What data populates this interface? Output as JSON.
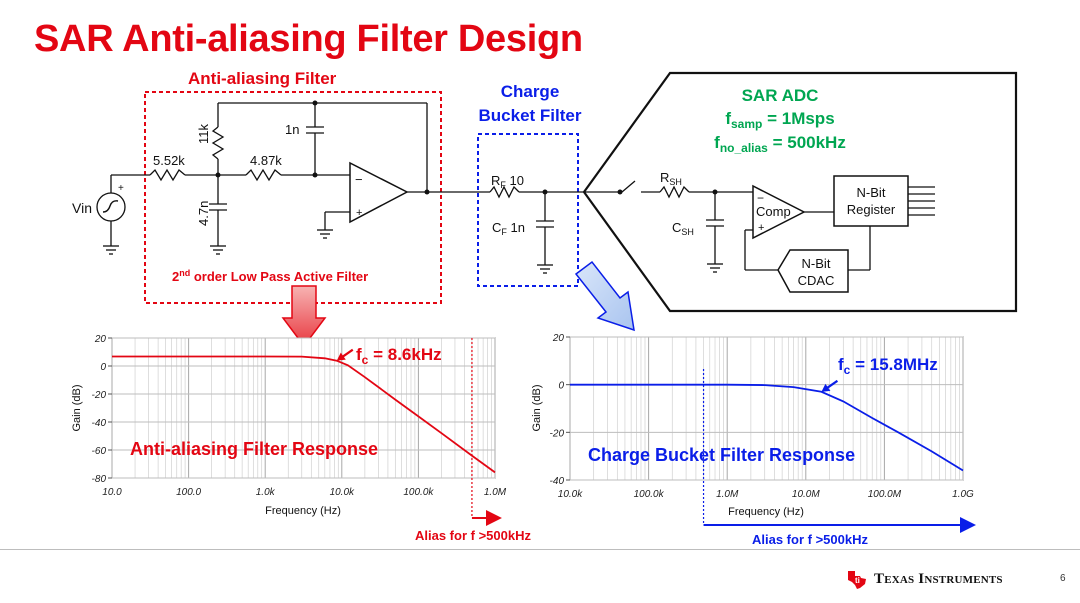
{
  "slide": {
    "title": "SAR Anti-aliasing Filter Design",
    "page_number": "6",
    "colors": {
      "accent_red": "#e30613",
      "accent_blue": "#0a1ee8",
      "adc_green": "#00a651"
    }
  },
  "schematic": {
    "aaf_box_title": "Anti-aliasing Filter",
    "aaf_box_caption_base": "2",
    "aaf_box_caption_sup": "nd",
    "aaf_box_caption_rest": " order Low Pass Active Filter",
    "cbf_title_line1": "Charge",
    "cbf_title_line2": "Bucket Filter",
    "source_label": "Vin",
    "r_input": "5.52k",
    "r_feedback": "11k",
    "r_second": "4.87k",
    "c_feedback": "1n",
    "c_ground": "4.7n",
    "rf_label_base": "R",
    "rf_label_sub": "F",
    "rf_value": "10",
    "cf_label_base": "C",
    "cf_label_sub": "F",
    "cf_value": "1n",
    "adc_title": "SAR ADC",
    "fsamp_base": "f",
    "fsamp_sub": "samp",
    "fsamp_value": " = 1Msps",
    "fnoalias_base": "f",
    "fnoalias_sub": "no_alias",
    "fnoalias_value": " = 500kHz",
    "rsh_base": "R",
    "rsh_sub": "SH",
    "csh_base": "C",
    "csh_sub": "SH",
    "comp_label": "Comp",
    "register_line1": "N-Bit",
    "register_line2": "Register",
    "cdac_line1": "N-Bit",
    "cdac_line2": "CDAC",
    "opamp_minus": "−",
    "opamp_plus": "+"
  },
  "chart_data": [
    {
      "type": "line",
      "title": "Anti-aliasing Filter Response",
      "xlabel": "Frequency (Hz)",
      "ylabel": "Gain (dB)",
      "xscale": "log",
      "xlim": [
        10,
        1000000
      ],
      "ylim": [
        -80,
        20
      ],
      "xticks": [
        "10.0",
        "100.0",
        "1.0k",
        "10.0k",
        "100.0k",
        "1.0M"
      ],
      "xtick_values": [
        10,
        100,
        1000,
        10000,
        100000,
        1000000
      ],
      "yticks": [
        "20",
        "0",
        "-20",
        "-40",
        "-60",
        "-80"
      ],
      "ytick_values": [
        20,
        0,
        -20,
        -40,
        -60,
        -80
      ],
      "grid": true,
      "series": [
        {
          "color": "#e30613",
          "x": [
            10,
            100,
            1000,
            3000,
            6000,
            8600,
            12000,
            20000,
            50000,
            100000,
            200000,
            500000,
            1000000
          ],
          "y": [
            6.8,
            6.8,
            6.8,
            6.7,
            5.5,
            3.8,
            0.5,
            -8,
            -24,
            -36,
            -48,
            -64,
            -76
          ]
        }
      ],
      "annotation_fc_base": "f",
      "annotation_fc_sub": "c",
      "annotation_fc_value": " = 8.6kHz",
      "annotation_fc_x": 8600,
      "annotation_fc_y": 3.8,
      "alias_marker_x": 500000,
      "alias_label": "Alias for f >500kHz"
    },
    {
      "type": "line",
      "title": "Charge Bucket Filter Response",
      "xlabel": "Frequency (Hz)",
      "ylabel": "Gain (dB)",
      "xscale": "log",
      "xlim": [
        10000,
        1000000000
      ],
      "ylim": [
        -40,
        20
      ],
      "xticks": [
        "10.0k",
        "100.0k",
        "1.0M",
        "10.0M",
        "100.0M",
        "1.0G"
      ],
      "xtick_values": [
        10000,
        100000,
        1000000,
        10000000,
        100000000,
        1000000000
      ],
      "yticks": [
        "20",
        "0",
        "-20",
        "-40"
      ],
      "ytick_values": [
        20,
        0,
        -20,
        -40
      ],
      "grid": true,
      "series": [
        {
          "color": "#0a1ee8",
          "x": [
            10000,
            100000,
            1000000,
            3000000,
            7000000,
            15800000,
            30000000,
            70000000,
            150000000,
            400000000,
            1000000000
          ],
          "y": [
            0,
            0,
            0,
            -0.2,
            -1,
            -3,
            -7,
            -14,
            -20,
            -28,
            -36
          ]
        }
      ],
      "annotation_fc_base": "f",
      "annotation_fc_sub": "c",
      "annotation_fc_value": " = 15.8MHz",
      "annotation_fc_x": 15800000,
      "annotation_fc_y": -3,
      "alias_marker_x": 500000,
      "alias_label": "Alias for f >500kHz"
    }
  ]
}
